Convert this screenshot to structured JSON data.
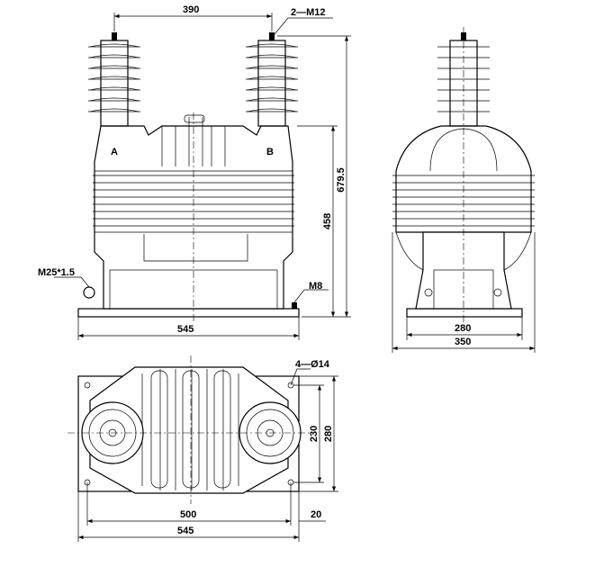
{
  "front_view": {
    "dim_terminal_spacing": "390",
    "terminal_thread": "2—M12",
    "dim_total_height": "679.5",
    "dim_body_height": "458",
    "terminal_a": "A",
    "terminal_b": "B",
    "ground_thread": "M25*1.5",
    "ground_bolt": "M8",
    "dim_base_width": "545"
  },
  "side_view": {
    "dim_inner_width": "280",
    "dim_outer_width": "350"
  },
  "top_view": {
    "mounting_holes": "4—Ø14",
    "dim_hole_spacing_y": "230",
    "dim_base_depth": "280",
    "dim_hole_spacing_x": "500",
    "dim_edge_offset": "20",
    "dim_base_width": "545"
  }
}
